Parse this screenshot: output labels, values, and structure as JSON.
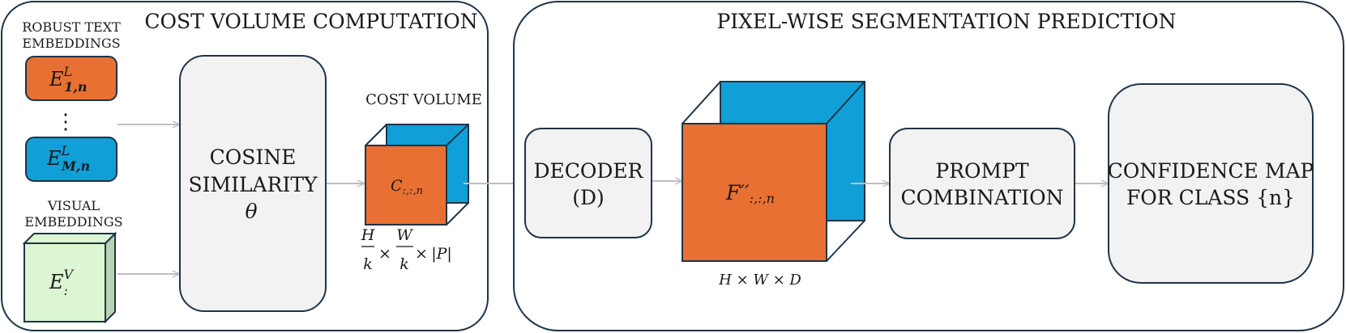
{
  "panels": {
    "cost_volume": {
      "title": "COST VOLUME COMPUTATION"
    },
    "segmentation": {
      "title": "PIXEL-WISE SEGMENTATION PREDICTION"
    }
  },
  "text_embeddings": {
    "label_line1": "ROBUST TEXT",
    "label_line2": "EMBEDDINGS",
    "first": {
      "base": "E",
      "sup": "L",
      "sub": "1,n",
      "color": "#E87033"
    },
    "dots": "⋮",
    "last": {
      "base": "E",
      "sup": "L",
      "sub": "M,n",
      "color": "#119FD7"
    }
  },
  "visual_embeddings": {
    "label_line1": "VISUAL",
    "label_line2": "EMBEDDINGS",
    "symbol": {
      "base": "E",
      "sup": "V",
      "sub": ":"
    },
    "color_front": "#DCF5D2",
    "color_side": "#B9D2B1"
  },
  "cosine": {
    "line1": "COSINE",
    "line2": "SIMILARITY",
    "symbol": "θ"
  },
  "cost_volume": {
    "label": "COST VOLUME",
    "symbol": "C",
    "symbol_sub": ":,:,n",
    "dims": {
      "h": "H",
      "k": "k",
      "w": "W",
      "times": "×",
      "p": "|P|"
    }
  },
  "decoder": {
    "line1": "DECODER",
    "line2": "(D)"
  },
  "feature": {
    "symbol": "F′′",
    "symbol_sub": ":,:,n",
    "dims": "H × W × D",
    "color_front": "#E87033",
    "color_back": "#119FD7"
  },
  "prompt": {
    "line1": "PROMPT",
    "line2": "COMBINATION"
  },
  "confidence": {
    "line1": "CONFIDENCE MAP",
    "line2": "FOR CLASS {n}"
  },
  "colors": {
    "border": "#1F3447",
    "box_fill": "#F2F2F2",
    "arrow": "#BFBFBF",
    "orange": "#E87033",
    "blue": "#119FD7"
  }
}
